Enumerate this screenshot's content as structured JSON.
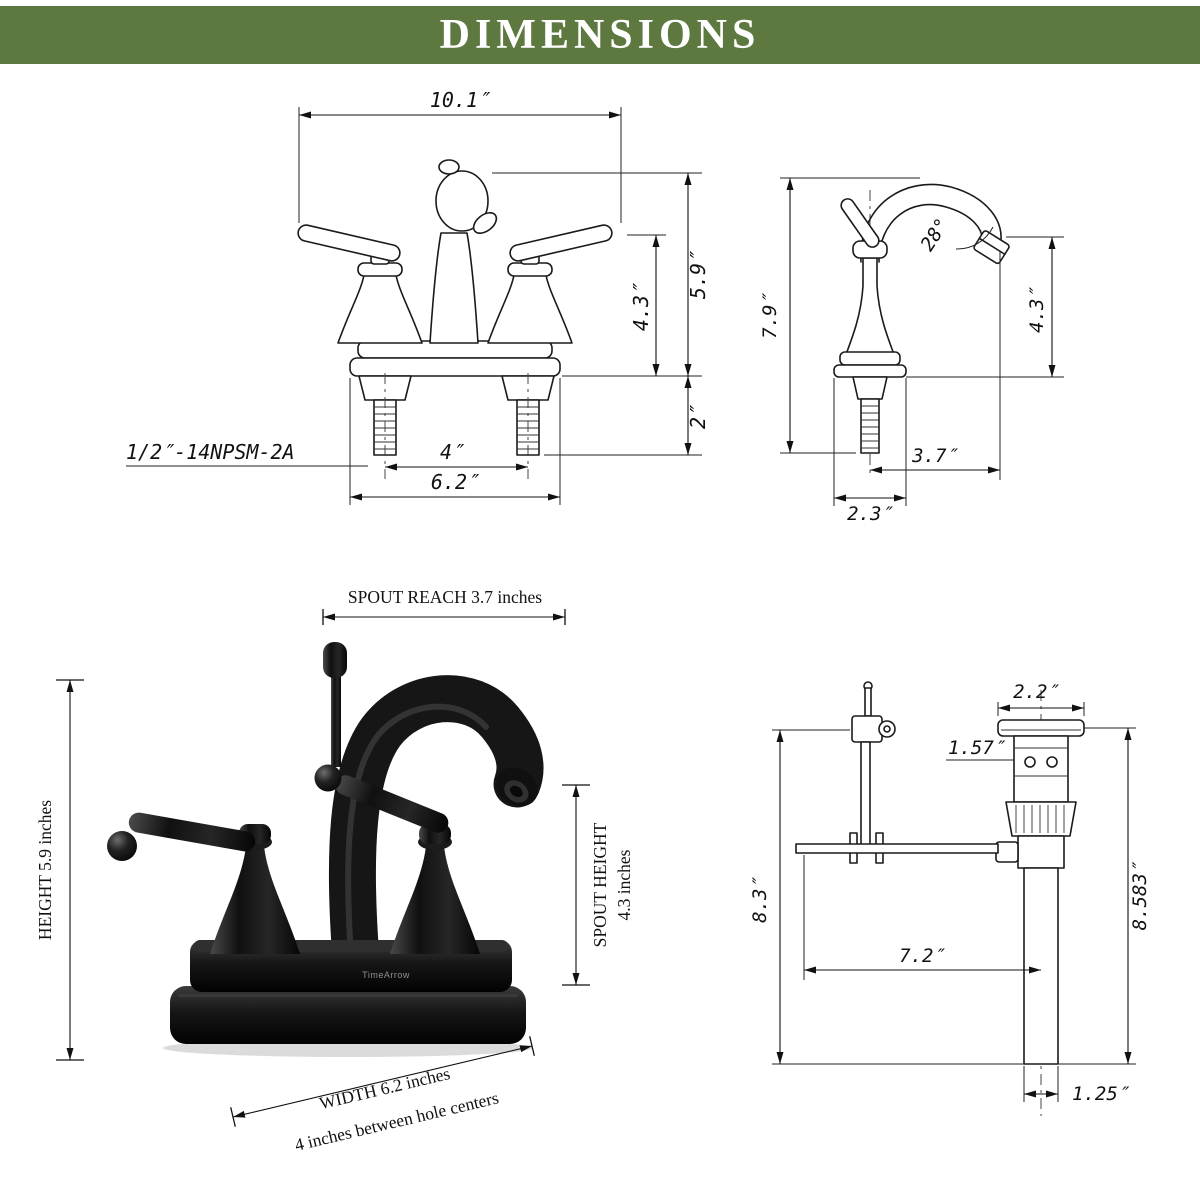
{
  "header": {
    "title": "DIMENSIONS",
    "bar_color": "#5d7940",
    "text_color": "#ffffff"
  },
  "front_view": {
    "top_width": "10.1″",
    "total_height": "5.9″",
    "handle_height": "4.3″",
    "deck_depth": "2″",
    "hole_centers": "4″",
    "base_width": "6.2″",
    "thread_spec": "1/2″-14NPSM-2A"
  },
  "side_view": {
    "total_height": "7.9″",
    "spout_angle": "28°",
    "spout_height": "4.3″",
    "spout_reach": "3.7″",
    "base_depth": "2.3″"
  },
  "product_view": {
    "spout_reach_label": "SPOUT REACH 3.7 inches",
    "height_label": "HEIGHT 5.9 inches",
    "spout_height_label_line1": "SPOUT HEIGHT",
    "spout_height_label_line2": "4.3 inches",
    "width_label_line1": "WIDTH 6.2 inches",
    "width_label_line2": "4 inches between hole centers",
    "brand": "TimeArrow"
  },
  "drain_view": {
    "top_width": "2.2″",
    "flange_width": "1.57″",
    "rod_height": "8.3″",
    "rod_reach": "7.2″",
    "total_height": "8.583″",
    "outlet_width": "1.25″"
  }
}
